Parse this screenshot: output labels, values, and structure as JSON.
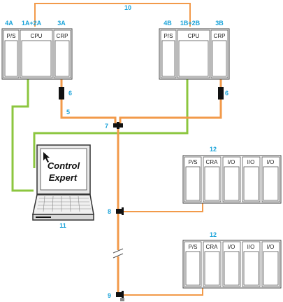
{
  "callouts": {
    "c4a": "4A",
    "c1a2a": "1A+2A",
    "c3a": "3A",
    "c4b": "4B",
    "c1b2b": "1B+2B",
    "c3b": "3B",
    "c10": "10",
    "c6a": "6",
    "c6b": "6",
    "c5": "5",
    "c7": "7",
    "c8": "8",
    "c9": "9",
    "c11": "11",
    "c12a": "12",
    "c12b": "12"
  },
  "rack_a": {
    "ps": "P/S",
    "cpu": "CPU",
    "crp": "CRP"
  },
  "rack_b": {
    "ps": "P/S",
    "cpu": "CPU",
    "crp": "CRP"
  },
  "drop_1": {
    "ps": "P/S",
    "cra": "CRA",
    "io1": "I/O",
    "io2": "I/O",
    "io3": "I/O"
  },
  "drop_2": {
    "ps": "P/S",
    "cra": "CRA",
    "io1": "I/O",
    "io2": "I/O",
    "io3": "I/O"
  },
  "laptop": {
    "line1": "Control",
    "line2": "Expert"
  },
  "colors": {
    "green": "#8cc63f",
    "orange": "#f29a4a",
    "callout": "#1aa3d9"
  }
}
